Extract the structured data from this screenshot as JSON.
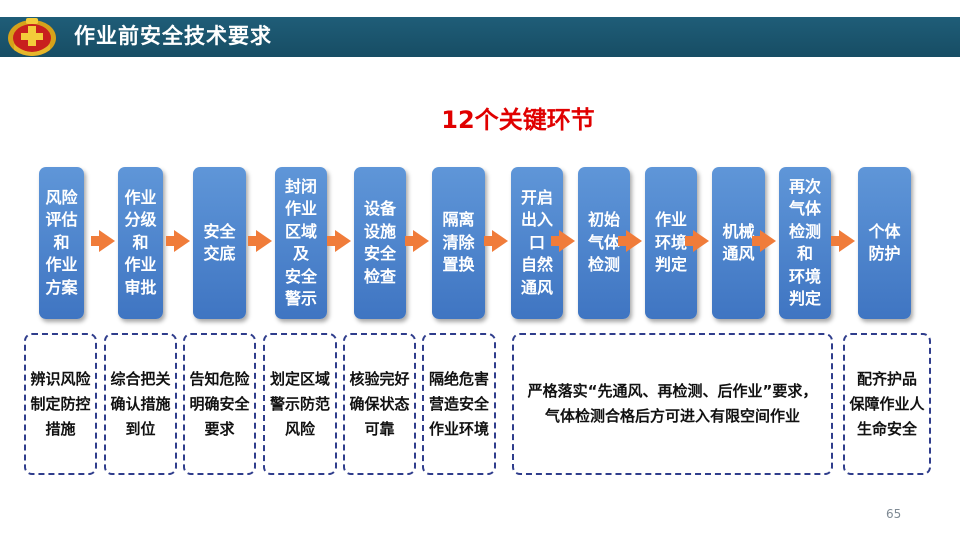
{
  "header": {
    "title": "作业前安全技术要求",
    "bar_color": "#1a5470",
    "logo_icon": "union-emblem-icon"
  },
  "subtitle": "12个关键环节",
  "subtitle_color": "#e00000",
  "steps": [
    {
      "label": "风险\n评估\n和\n作业\n方案"
    },
    {
      "label": "作业\n分级\n和\n作业\n审批"
    },
    {
      "label": "安全\n交底"
    },
    {
      "label": "封闭\n作业\n区域\n及\n安全\n警示"
    },
    {
      "label": "设备\n设施\n安全\n检查"
    },
    {
      "label": "隔离\n清除\n置换"
    },
    {
      "label": "开启\n出入\n口\n自然\n通风"
    },
    {
      "label": "初始\n气体\n检测"
    },
    {
      "label": "作业\n环境\n判定"
    },
    {
      "label": "机械\n通风"
    },
    {
      "label": "再次\n气体\n检测\n和\n环境\n判定"
    },
    {
      "label": "个体\n防护"
    }
  ],
  "step_color": "#4a82cc",
  "arrow_color": "#f07c3a",
  "details": [
    {
      "text": "辨识风险\n制定防控\n措施"
    },
    {
      "text": "综合把关\n确认措施\n到位"
    },
    {
      "text": "告知危险\n明确安全\n要求"
    },
    {
      "text": "划定区域\n警示防范\n风险"
    },
    {
      "text": "核验完好\n确保状态\n可靠"
    },
    {
      "text": "隔绝危害\n营造安全\n作业环境"
    },
    {
      "text": "严格落实“先通风、再检测、后作业”要求，\n气体检测合格后方可进入有限空间作业"
    },
    {
      "text": "配齐护品\n保障作业人\n生命安全"
    }
  ],
  "page_number": "65"
}
